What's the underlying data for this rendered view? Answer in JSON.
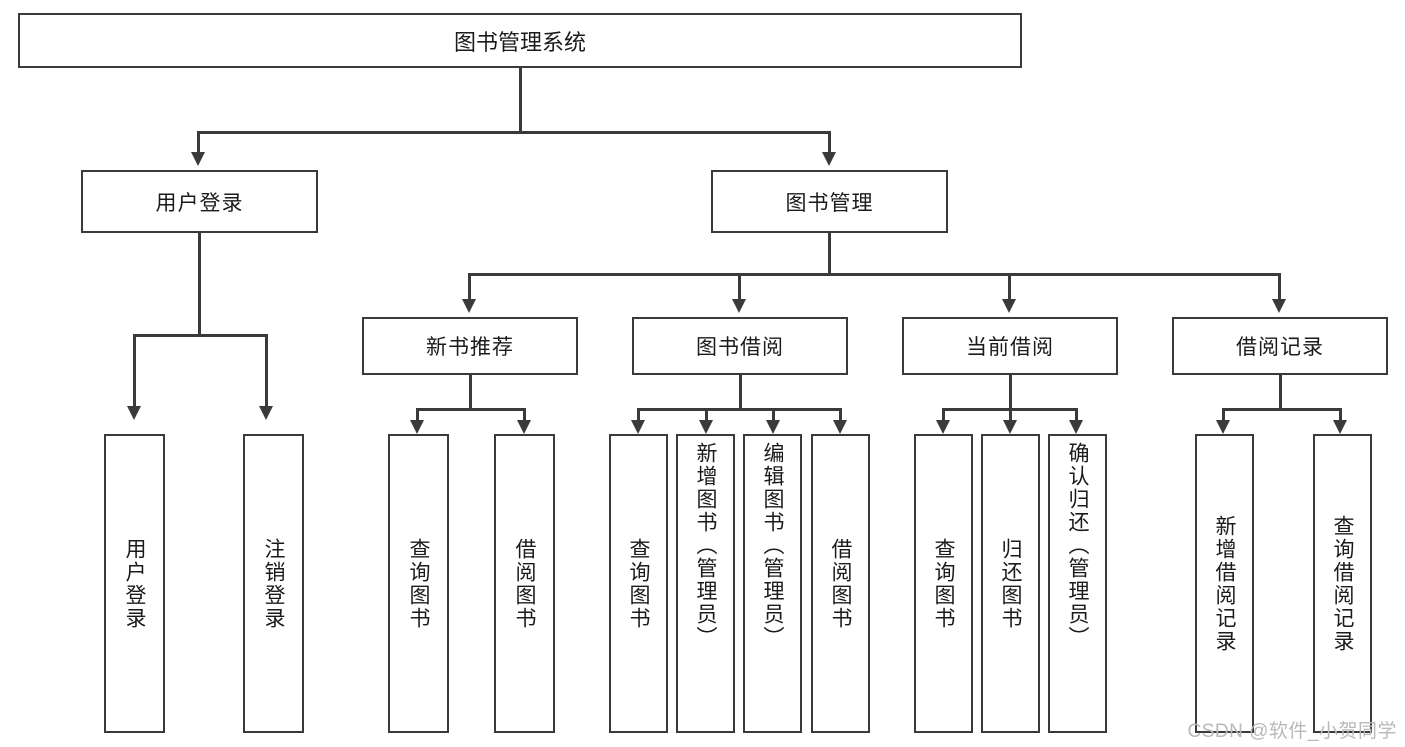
{
  "diagram": {
    "type": "tree-hierarchy-chart",
    "title": "图书管理系统",
    "root": {
      "label": "图书管理系统"
    },
    "level2": [
      {
        "id": "user-login",
        "label": "用户登录"
      },
      {
        "id": "book-manage",
        "label": "图书管理"
      }
    ],
    "level3": [
      {
        "id": "new-book-rec",
        "label": "新书推荐"
      },
      {
        "id": "book-borrow",
        "label": "图书借阅"
      },
      {
        "id": "current-borrow",
        "label": "当前借阅"
      },
      {
        "id": "borrow-record",
        "label": "借阅记录"
      }
    ],
    "leaves": {
      "user_login": [
        {
          "id": "leaf-user-login",
          "label": "用户登录"
        },
        {
          "id": "leaf-logout",
          "label": "注销登录"
        }
      ],
      "new_book_rec": [
        {
          "id": "leaf-query-book-1",
          "label": "查询图书"
        },
        {
          "id": "leaf-borrow-book-1",
          "label": "借阅图书"
        }
      ],
      "book_borrow": [
        {
          "id": "leaf-query-book-2",
          "label": "查询图书"
        },
        {
          "id": "leaf-add-book",
          "label": "新增图书（管理员）"
        },
        {
          "id": "leaf-edit-book",
          "label": "编辑图书（管理员）"
        },
        {
          "id": "leaf-borrow-book-2",
          "label": "借阅图书"
        }
      ],
      "current_borrow": [
        {
          "id": "leaf-query-book-3",
          "label": "查询图书"
        },
        {
          "id": "leaf-return-book",
          "label": "归还图书"
        },
        {
          "id": "leaf-confirm-return",
          "label": "确认归还（管理员）"
        }
      ],
      "borrow_record": [
        {
          "id": "leaf-add-record",
          "label": "新增借阅记录"
        },
        {
          "id": "leaf-query-record",
          "label": "查询借阅记录"
        }
      ]
    }
  },
  "watermark": {
    "text": "CSDN @软件_小贺同学"
  },
  "colors": {
    "stroke": "#3a3a3a",
    "text": "#1b1b1b",
    "background": "#ffffff",
    "watermark": "#b9b9b9"
  }
}
